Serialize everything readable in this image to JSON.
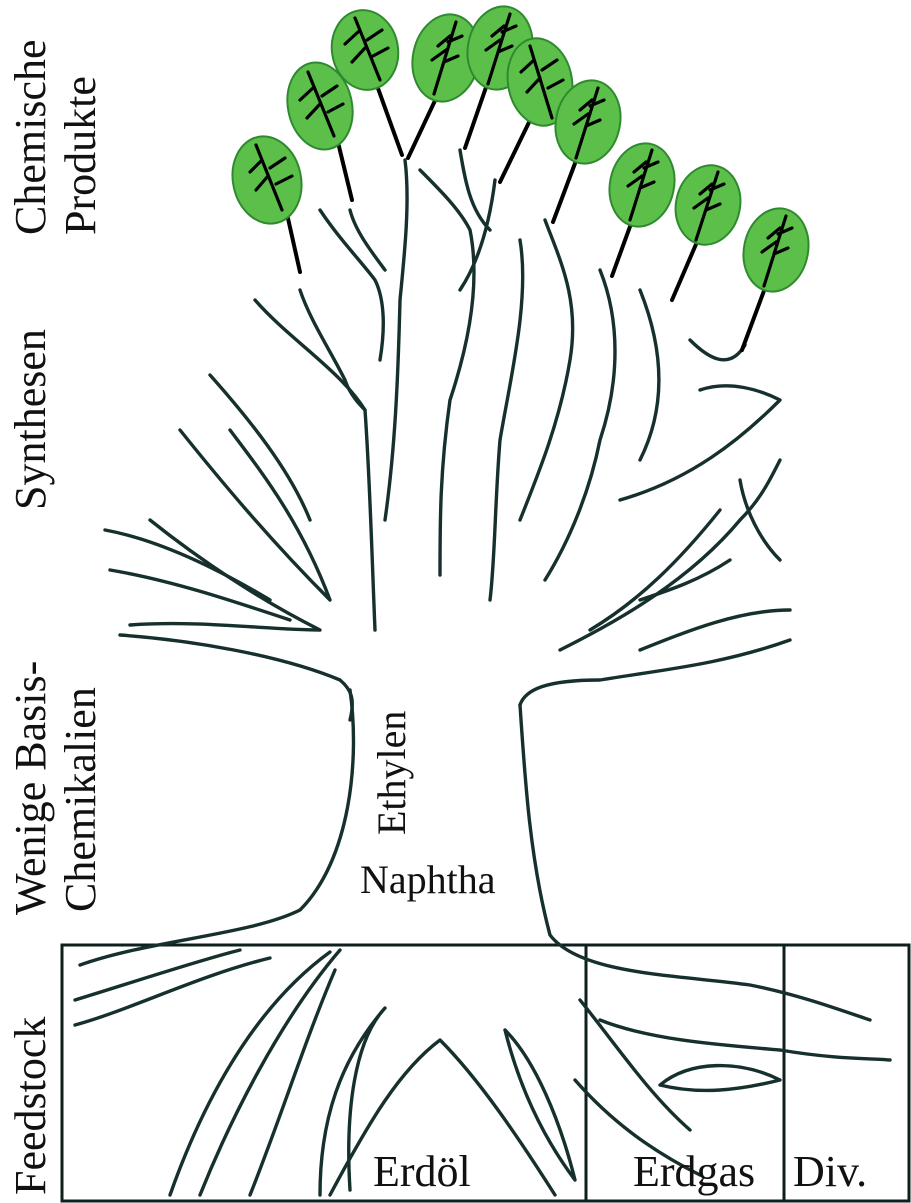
{
  "labels": {
    "chemische": "Chemische",
    "produkte": "Produkte",
    "synthesen": "Synthesen",
    "wenige": "Wenige Basis-",
    "chemikalien": "Chemikalien",
    "feedstock": "Feedstock",
    "ethylen": "Ethylen",
    "naphtha": "Naphtha",
    "erdoel": "Erdöl",
    "erdgas": "Erdgas",
    "div": "Div."
  },
  "colors": {
    "leaf": "#5cbf4a",
    "leaf_edge": "#2f8a2f",
    "line": "#16302e"
  }
}
